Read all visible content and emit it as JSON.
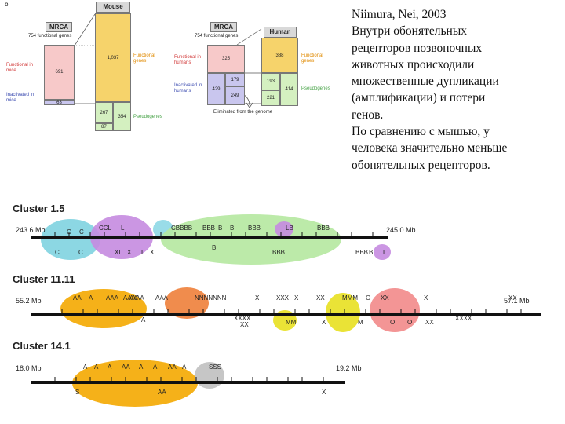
{
  "panel_label": "b",
  "mouse_diagram": {
    "mrca_title": "MRCA",
    "mrca_subtitle": "754 functional genes",
    "species_title": "Mouse",
    "functional_label": "Functional in mice",
    "inactivated_label": "Inactivated in mice",
    "mrca_functional": "691",
    "mrca_inactivated": "63",
    "species_functional": "1,037",
    "pseudo_a": "267",
    "pseudo_b": "354",
    "pseudo_c": "87",
    "functional_genes_label": "Functional genes",
    "pseudogenes_label": "Pseudogenes"
  },
  "human_diagram": {
    "mrca_title": "MRCA",
    "mrca_subtitle": "754 functional genes",
    "species_title": "Human",
    "functional_label": "Functional in humans",
    "inactivated_label": "Inactivated in humans",
    "mrca_functional": "325",
    "mrca_inactivated": "429",
    "inact_top": "179",
    "inact_bottom": "249",
    "species_functional": "388",
    "pseudo_a": "193",
    "pseudo_b": "414",
    "pseudo_c": "221",
    "functional_genes_label": "Functional genes",
    "pseudogenes_label": "Pseudogenes",
    "eliminated_label": "Eliminated from the genome"
  },
  "side_text": [
    "Niimura, Nei, 2003",
    "Внутри обонятельных",
    "рецепторов позвоночных",
    "животных происходили",
    "множественные дупликации",
    "(амплификации) и потери",
    "генов.",
    "По сравнению с мышью, у",
    "человека значительно меньше",
    "обонятельных рецепторов."
  ],
  "clusters": [
    {
      "title": "Cluster 1.5",
      "left_label": "243.6 Mb",
      "right_label": "245.0 Mb",
      "ellipses": [
        {
          "color": "#7fd3e0"
        },
        {
          "color": "#c58be0"
        },
        {
          "color": "#8ed8e6"
        },
        {
          "color": "#b5e8a0"
        },
        {
          "color": "#c58be0"
        },
        {
          "color": "#c58be0"
        }
      ],
      "top_letters": [
        "C",
        "C",
        "CCL",
        "L",
        "CBBBB",
        "BBB",
        "B",
        "B",
        "BBB",
        "LB",
        "BBB"
      ],
      "bottom_letters": [
        "C",
        "C",
        "XL",
        "X",
        "L",
        "X",
        "B",
        "BBB",
        "BBB",
        "B",
        "L"
      ]
    },
    {
      "title": "Cluster 11.11",
      "left_label": "55.2 Mb",
      "right_label": "57.1 Mb",
      "ellipses": [
        {
          "color": "#f4a900"
        },
        {
          "color": "#ee7f3a"
        },
        {
          "color": "#e8e020"
        },
        {
          "color": "#e8e020"
        },
        {
          "color": "#f28a8a"
        }
      ],
      "top_letters": [
        "AA",
        "A",
        "AAA",
        "AAAAA",
        "AA",
        "AAA",
        "NNNNNNN",
        "X",
        "XXX",
        "X",
        "XX",
        "MMM",
        "O",
        "XX",
        "X",
        "XX"
      ],
      "bottom_letters": [
        "A",
        "XXXX",
        "XX",
        "MM",
        "X",
        "M",
        "O",
        "O",
        "XX",
        "XXXX"
      ]
    },
    {
      "title": "Cluster 14.1",
      "left_label": "18.0 Mb",
      "right_label": "19.2 Mb",
      "ellipses": [
        {
          "color": "#f4a900"
        },
        {
          "color": "#c0c0c0"
        }
      ],
      "top_letters": [
        "A",
        "A",
        "A",
        "AA",
        "A",
        "A",
        "AA",
        "A",
        "SSS"
      ],
      "bottom_letters": [
        "S",
        "AA",
        "X"
      ]
    }
  ],
  "colors": {
    "functional_fill": "#f6d36b",
    "mrca_functional_fill": "#f7c9c9",
    "inactivated_fill": "#c9c6ee",
    "pseudo_fill": "#d4f0c0",
    "label_red": "#d23b3b",
    "label_blue": "#3b4bb0",
    "label_orange": "#e08a00",
    "label_green": "#3f9f3f"
  }
}
